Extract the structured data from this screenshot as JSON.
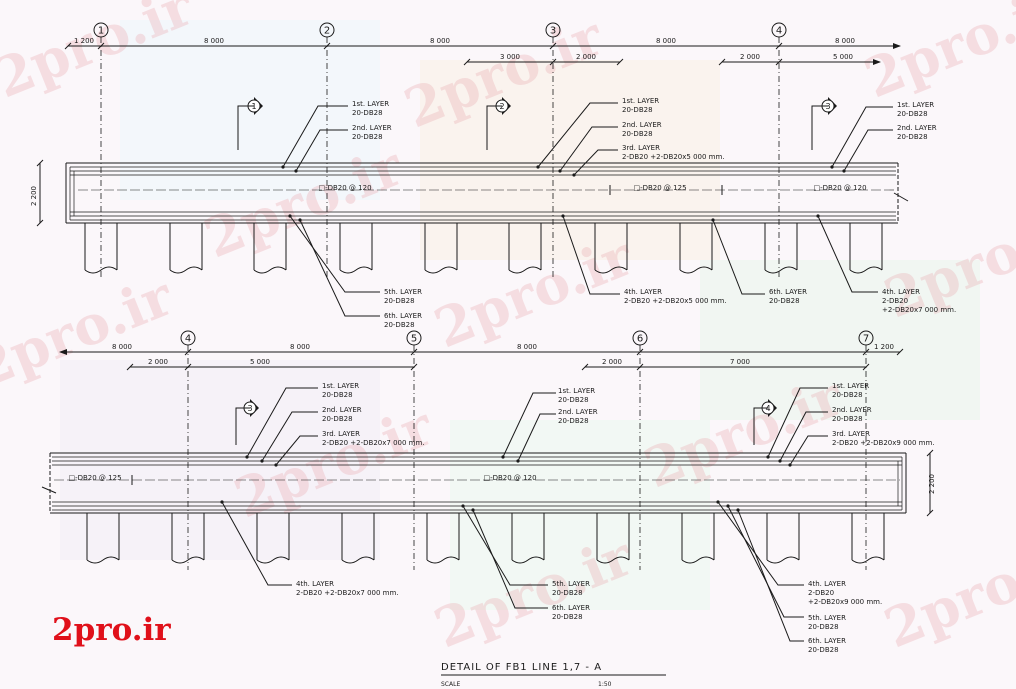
{
  "colors": {
    "ink": "#1a1a1a",
    "logo": "#e0101a",
    "watermark": "rgba(235,170,175,0.33)"
  },
  "logo": "2pro.ir",
  "watermark_text": "2pro.ir",
  "title": "DETAIL  OF  FB1  LINE  1,7 - A",
  "scale_label": "SCALE",
  "scale_value": "1:50",
  "grid_top": [
    "1",
    "2",
    "3",
    "4"
  ],
  "grid_bottom": [
    "4",
    "5",
    "6",
    "7"
  ],
  "dims_top": [
    "1 200",
    "8 000",
    "8 000",
    "8 000",
    "8 000"
  ],
  "dims_top_sub": [
    "3 000",
    "2 000",
    "2 000",
    "5 000"
  ],
  "dims_bottom": [
    "8 000",
    "8 000",
    "8 000",
    "1 200"
  ],
  "dims_bottom_sub": [
    "2 000",
    "5 000",
    "2 000",
    "7 000"
  ],
  "beam_depth": "2 200",
  "section_marks_top": [
    "1",
    "2",
    "3"
  ],
  "section_marks_bottom": [
    "3",
    "4"
  ],
  "stirrups_top": [
    "□-DB20 @ 120",
    "□-DB20 @ 125",
    "□-DB20 @ 120"
  ],
  "stirrups_bottom": [
    "□-DB20 @ 125",
    "□-DB20 @ 120"
  ],
  "layers_top": [
    [
      "1st. LAYER",
      "20-DB28"
    ],
    [
      "2nd. LAYER",
      "20-DB28"
    ],
    [
      "1st. LAYER",
      "20-DB28"
    ],
    [
      "2nd. LAYER",
      "20-DB28"
    ],
    [
      "3rd. LAYER",
      "2-DB20 +2-DB20x5 000 mm."
    ],
    [
      "1st. LAYER",
      "20-DB28"
    ],
    [
      "2nd. LAYER",
      "20-DB28"
    ],
    [
      "5th. LAYER",
      "20-DB28"
    ],
    [
      "6th. LAYER",
      "20-DB28"
    ],
    [
      "4th. LAYER",
      "2-DB20 +2-DB20x5 000 mm."
    ],
    [
      "6th. LAYER",
      "20-DB28"
    ],
    [
      "4th. LAYER",
      "2-DB20",
      "+2-DB20x7 000 mm."
    ]
  ],
  "layers_bottom": [
    [
      "1st. LAYER",
      "20-DB28"
    ],
    [
      "2nd. LAYER",
      "20-DB28"
    ],
    [
      "3rd. LAYER",
      "2-DB20 +2-DB20x7 000 mm."
    ],
    [
      "1st. LAYER",
      "20-DB28"
    ],
    [
      "2nd. LAYER",
      "20-DB28"
    ],
    [
      "1st. LAYER",
      "20-DB28"
    ],
    [
      "2nd. LAYER",
      "20-DB28"
    ],
    [
      "3rd. LAYER",
      "2-DB20 +2-DB20x9 000 mm."
    ],
    [
      "4th. LAYER",
      "2-DB20 +2-DB20x7 000 mm."
    ],
    [
      "5th. LAYER",
      "20-DB28"
    ],
    [
      "6th. LAYER",
      "20-DB28"
    ],
    [
      "4th. LAYER",
      "2-DB20",
      "+2-DB20x9 000 mm."
    ],
    [
      "5th. LAYER",
      "20-DB28"
    ],
    [
      "6th. LAYER",
      "20-DB28"
    ]
  ]
}
